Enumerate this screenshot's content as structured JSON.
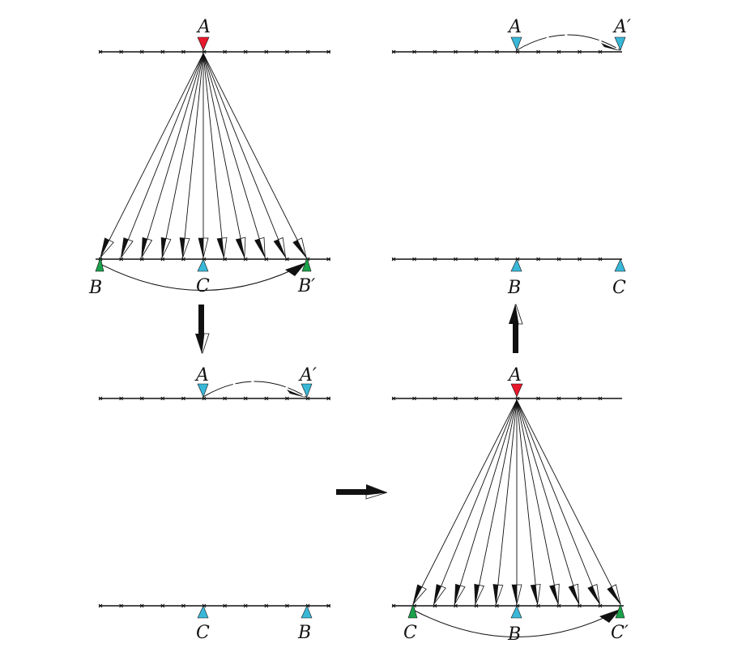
{
  "colors": {
    "red": "#e8192c",
    "cyan": "#39b8d8",
    "green": "#1aa14a",
    "ink": "#111111"
  },
  "labels": {
    "p1": {
      "top": "A",
      "bottom_left": "B",
      "bottom_mid": "C",
      "bottom_right": "B′"
    },
    "p2": {
      "top_left": "A",
      "top_right": "A′",
      "bottom_left": "B",
      "bottom_right": "C"
    },
    "p3": {
      "top_left": "A",
      "top_right": "A′",
      "bottom_left": "C",
      "bottom_right": "B"
    },
    "p4": {
      "top": "A",
      "bottom_left": "C",
      "bottom_mid": "B",
      "bottom_right": "C′"
    }
  },
  "flow_arrows": [
    {
      "id": "p1-to-p3",
      "direction": "down"
    },
    {
      "id": "p3-to-p4",
      "direction": "right"
    },
    {
      "id": "p4-to-p2",
      "direction": "up"
    }
  ]
}
